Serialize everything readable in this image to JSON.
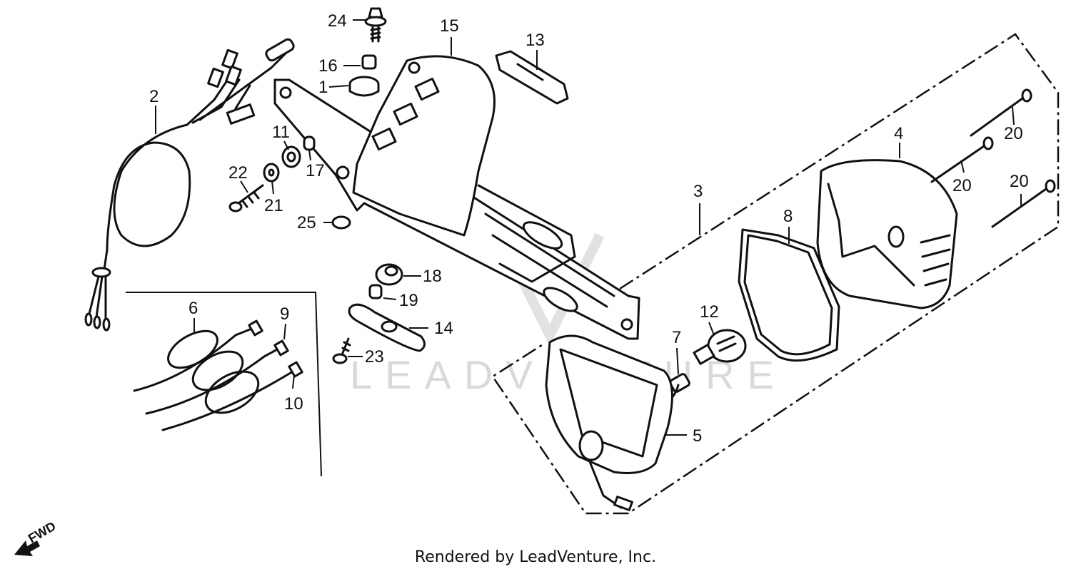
{
  "diagram": {
    "part_labels": {
      "p1": "1",
      "p2": "2",
      "p3": "3",
      "p4": "4",
      "p5": "5",
      "p6": "6",
      "p7": "7",
      "p8": "8",
      "p9": "9",
      "p10": "10",
      "p11": "11",
      "p12": "12",
      "p13": "13",
      "p14": "14",
      "p15": "15",
      "p16": "16",
      "p17": "17",
      "p18": "18",
      "p19": "19",
      "p20a": "20",
      "p20b": "20",
      "p20c": "20",
      "p21": "21",
      "p22": "22",
      "p23": "23",
      "p24": "24",
      "p25": "25"
    },
    "fwd_label": "FWD",
    "watermark": "LEADVENTURE"
  },
  "footer": {
    "credit": "Rendered by LeadVenture, Inc."
  },
  "colors": {
    "ink": "#111111",
    "background": "#ffffff",
    "watermark": "#d9d9d9"
  }
}
